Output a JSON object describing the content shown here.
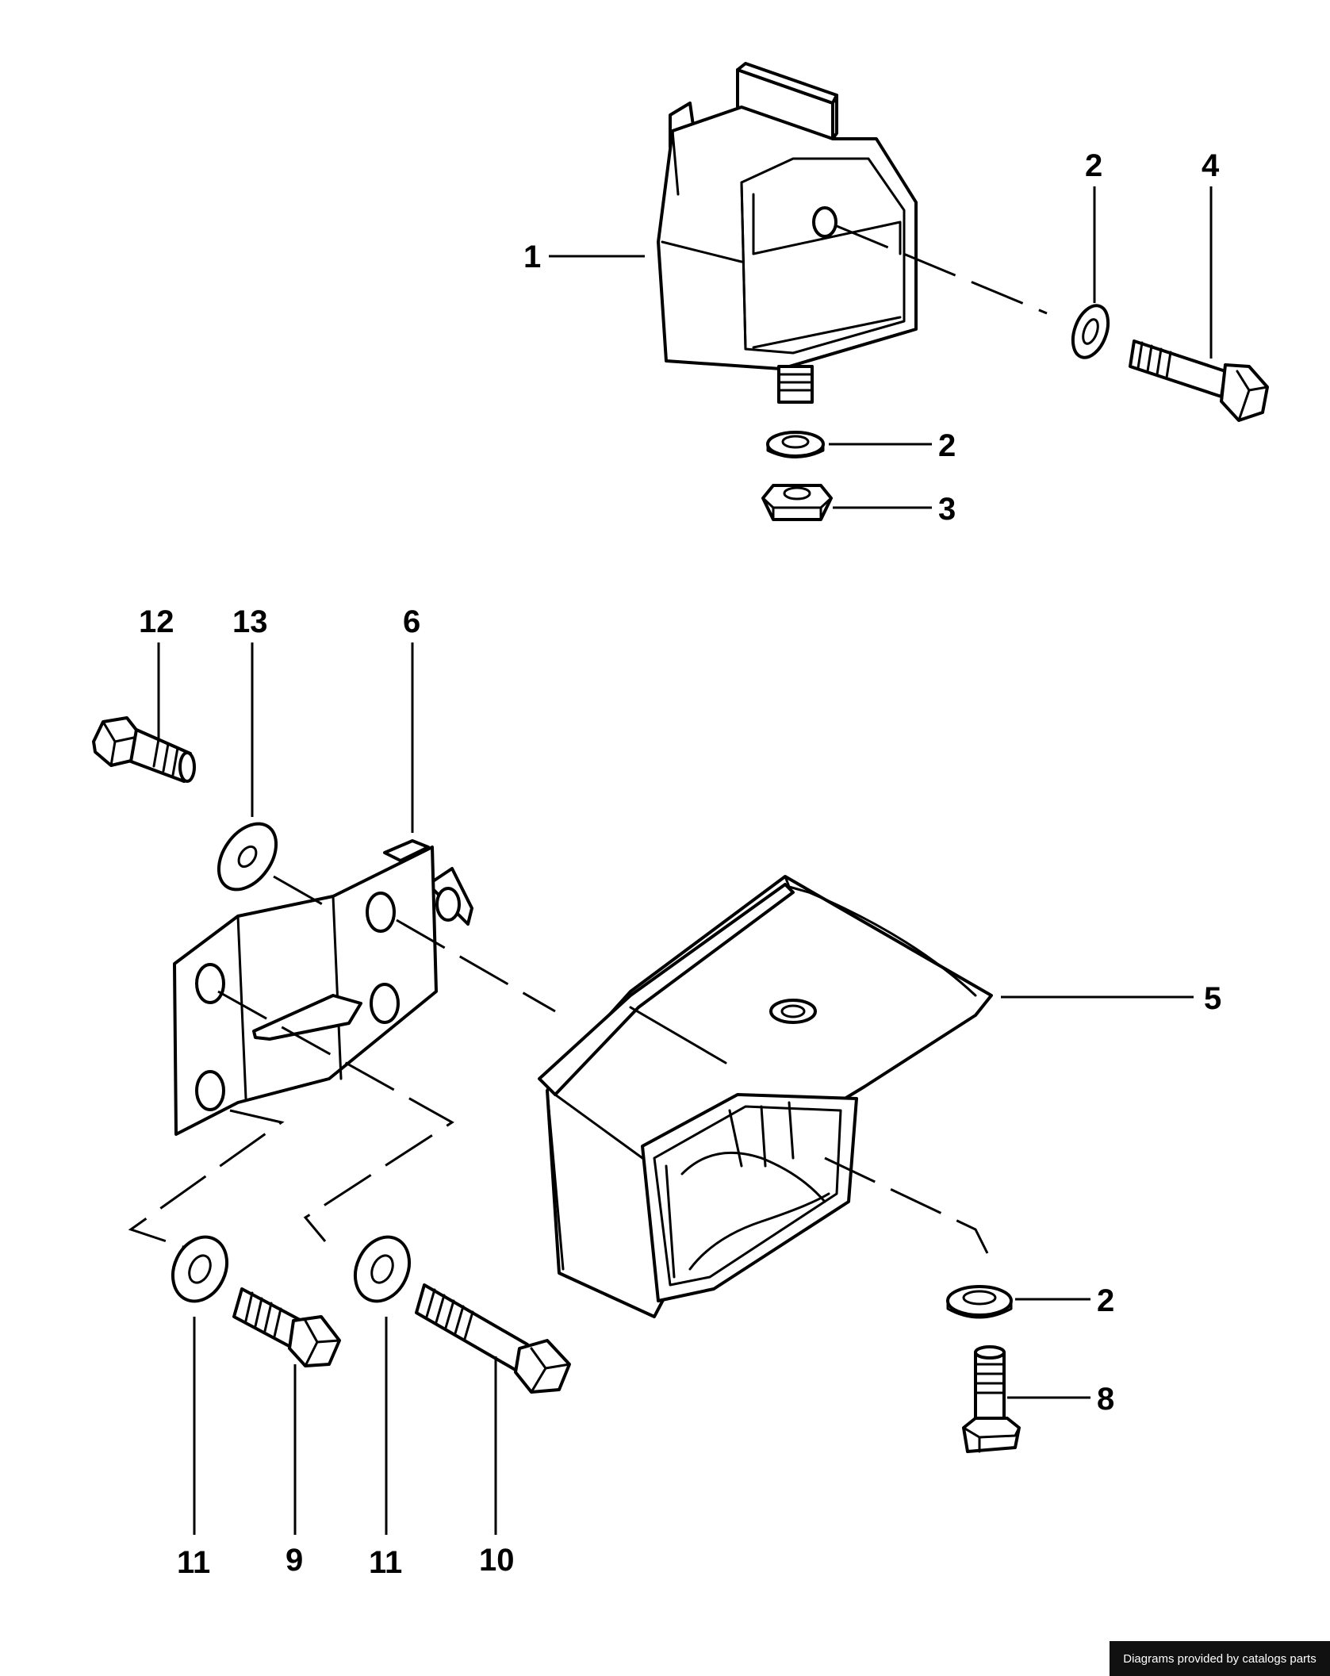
{
  "callouts": {
    "c1": "1",
    "c2_top": "2",
    "c4": "4",
    "c2_mid": "2",
    "c3": "3",
    "c12": "12",
    "c13": "13",
    "c6": "6",
    "c5": "5",
    "c2_low": "2",
    "c8": "8",
    "c11_left": "11",
    "c9": "9",
    "c11_right": "11",
    "c10": "10"
  },
  "footer": {
    "credit": "Diagrams provided by catalogs parts"
  }
}
